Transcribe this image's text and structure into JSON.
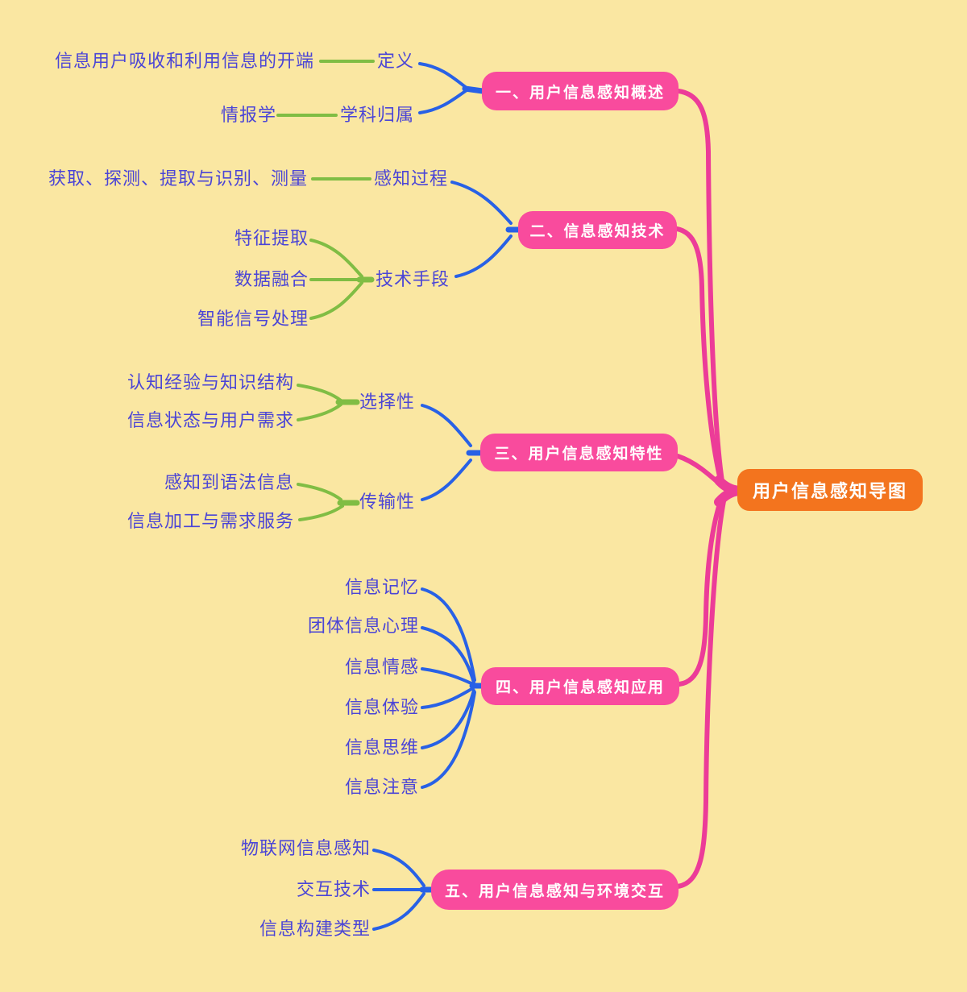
{
  "title": "用户信息感知导图",
  "colors": {
    "background": "#FAE7A2",
    "root_node_fill": "#F3741E",
    "branch_node_fill": "#F94B9D",
    "node_text": "#FFFFFF",
    "leaf_text": "#4B45D6",
    "link_pink": "#EC3C98",
    "link_blue": "#2861E6",
    "link_green": "#80BD44"
  },
  "root": {
    "label": "用户信息感知导图"
  },
  "branches": [
    {
      "label": "一、用户信息感知概述",
      "children": [
        {
          "label": "定义",
          "leaves": [
            "信息用户吸收和利用信息的开端"
          ]
        },
        {
          "label": "学科归属",
          "leaves": [
            "情报学"
          ]
        }
      ]
    },
    {
      "label": "二、信息感知技术",
      "children": [
        {
          "label": "感知过程",
          "leaves": [
            "获取、探测、提取与识别、测量"
          ]
        },
        {
          "label": "技术手段",
          "leaves": [
            "特征提取",
            "数据融合",
            "智能信号处理"
          ]
        }
      ]
    },
    {
      "label": "三、用户信息感知特性",
      "children": [
        {
          "label": "选择性",
          "leaves": [
            "认知经验与知识结构",
            "信息状态与用户需求"
          ]
        },
        {
          "label": "传输性",
          "leaves": [
            "感知到语法信息",
            "信息加工与需求服务"
          ]
        }
      ]
    },
    {
      "label": "四、用户信息感知应用",
      "children": [
        {
          "label": "信息记忆"
        },
        {
          "label": "团体信息心理"
        },
        {
          "label": "信息情感"
        },
        {
          "label": "信息体验"
        },
        {
          "label": "信息思维"
        },
        {
          "label": "信息注意"
        }
      ]
    },
    {
      "label": "五、用户信息感知与环境交互",
      "children": [
        {
          "label": "物联网信息感知"
        },
        {
          "label": "交互技术"
        },
        {
          "label": "信息构建类型"
        }
      ]
    }
  ]
}
